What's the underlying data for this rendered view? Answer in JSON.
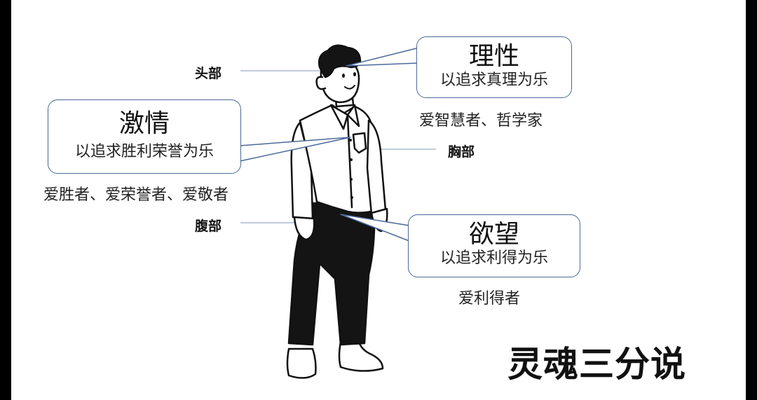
{
  "title": "灵魂三分说",
  "body_parts": {
    "head": "头部",
    "chest": "胸部",
    "belly": "腹部"
  },
  "souls": {
    "reason": {
      "name": "理性",
      "pleasure": "以追求真理为乐",
      "lovers": "爱智慧者、哲学家"
    },
    "spirit": {
      "name": "激情",
      "pleasure": "以追求胜利荣誉为乐",
      "lovers": "爱胜者、爱荣誉者、爱敬者"
    },
    "appetite": {
      "name": "欲望",
      "pleasure": "以追求利得为乐",
      "lovers": "爱利得者"
    }
  },
  "colors": {
    "bubble_border": "#4a6a9a",
    "connector": "#9aaac8",
    "pants": "#141414"
  },
  "icons": {
    "figure": "standing-man-illustration"
  }
}
